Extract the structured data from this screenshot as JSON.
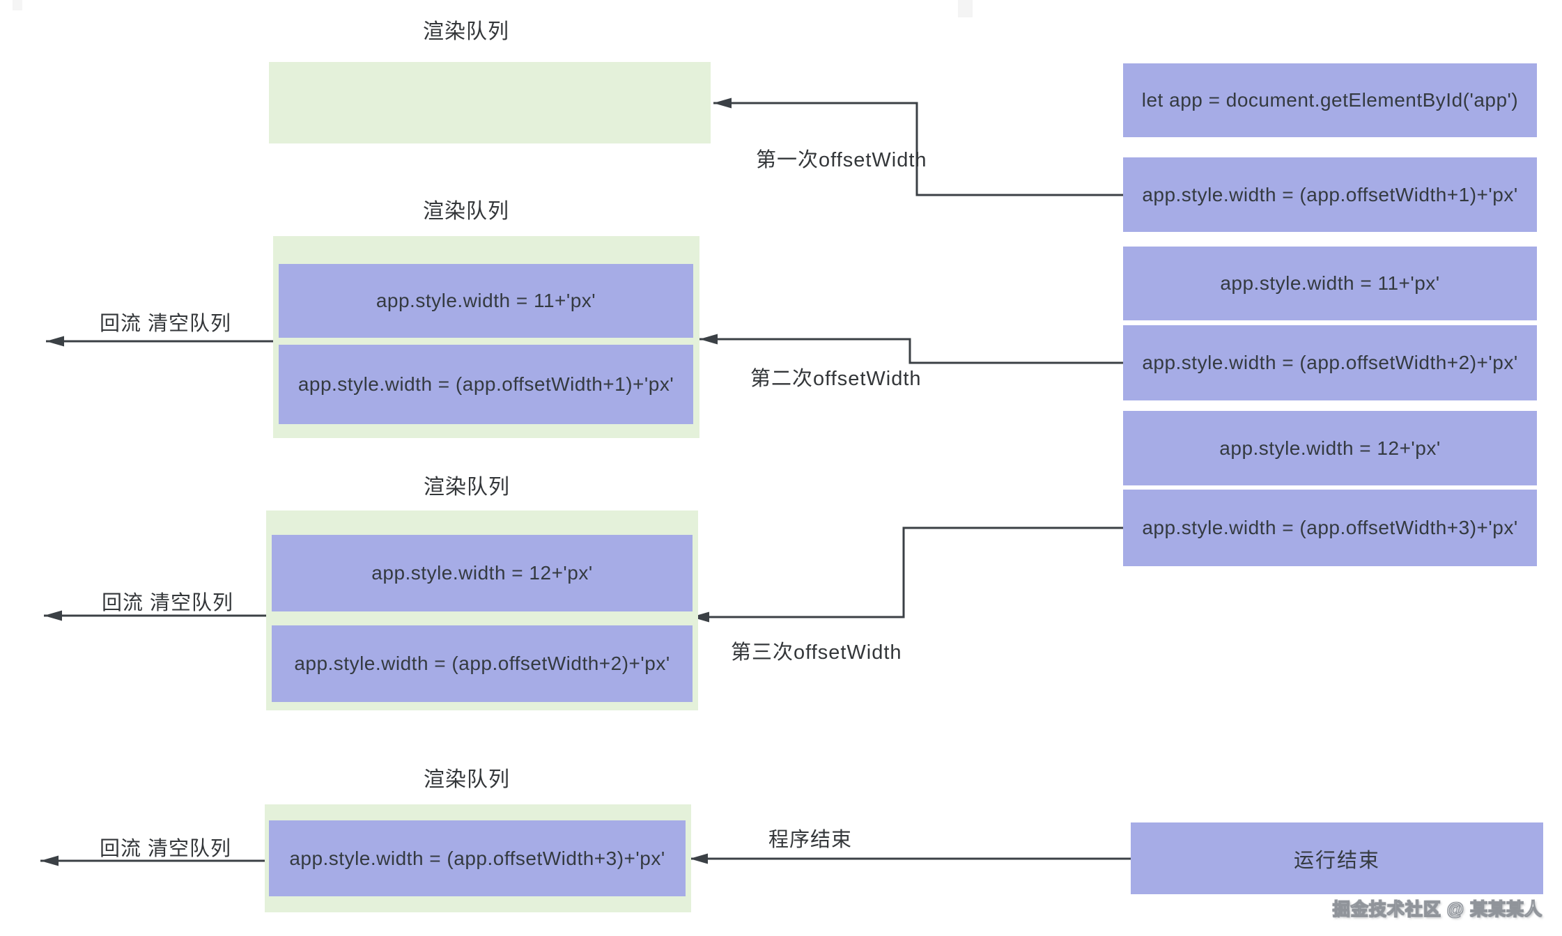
{
  "colors": {
    "background": "#ffffff",
    "render_queue_green": "#e4f1da",
    "task_purple": "#a6ace6",
    "arrow_dark": "#3b4045",
    "label_text": "#333639",
    "watermark_gray": "#90949a"
  },
  "sections": [
    {
      "title": "渲染队列",
      "tasks": []
    },
    {
      "title": "渲染队列",
      "reflow_label": "回流 清空队列",
      "tasks": [
        "app.style.width = 11+'px'",
        "app.style.width = (app.offsetWidth+1)+'px'"
      ]
    },
    {
      "title": "渲染队列",
      "reflow_label": "回流 清空队列",
      "tasks": [
        "app.style.width = 12+'px'",
        "app.style.width = (app.offsetWidth+2)+'px'"
      ]
    },
    {
      "title": "渲染队列",
      "reflow_label": "回流 清空队列",
      "tasks": [
        "app.style.width = (app.offsetWidth+3)+'px'"
      ]
    }
  ],
  "code_boxes": [
    "let app = document.getElementById('app')",
    "app.style.width = (app.offsetWidth+1)+'px'",
    "app.style.width = 11+'px'",
    "app.style.width = (app.offsetWidth+2)+'px'",
    "app.style.width = 12+'px'",
    "app.style.width = (app.offsetWidth+3)+'px'"
  ],
  "arrow_labels": {
    "first": "第一次offsetWidth",
    "second": "第二次offsetWidth",
    "third": "第三次offsetWidth",
    "end": "程序结束"
  },
  "end_box_label": "运行结束",
  "watermark": "掘金技术社区 @ 某某某人"
}
